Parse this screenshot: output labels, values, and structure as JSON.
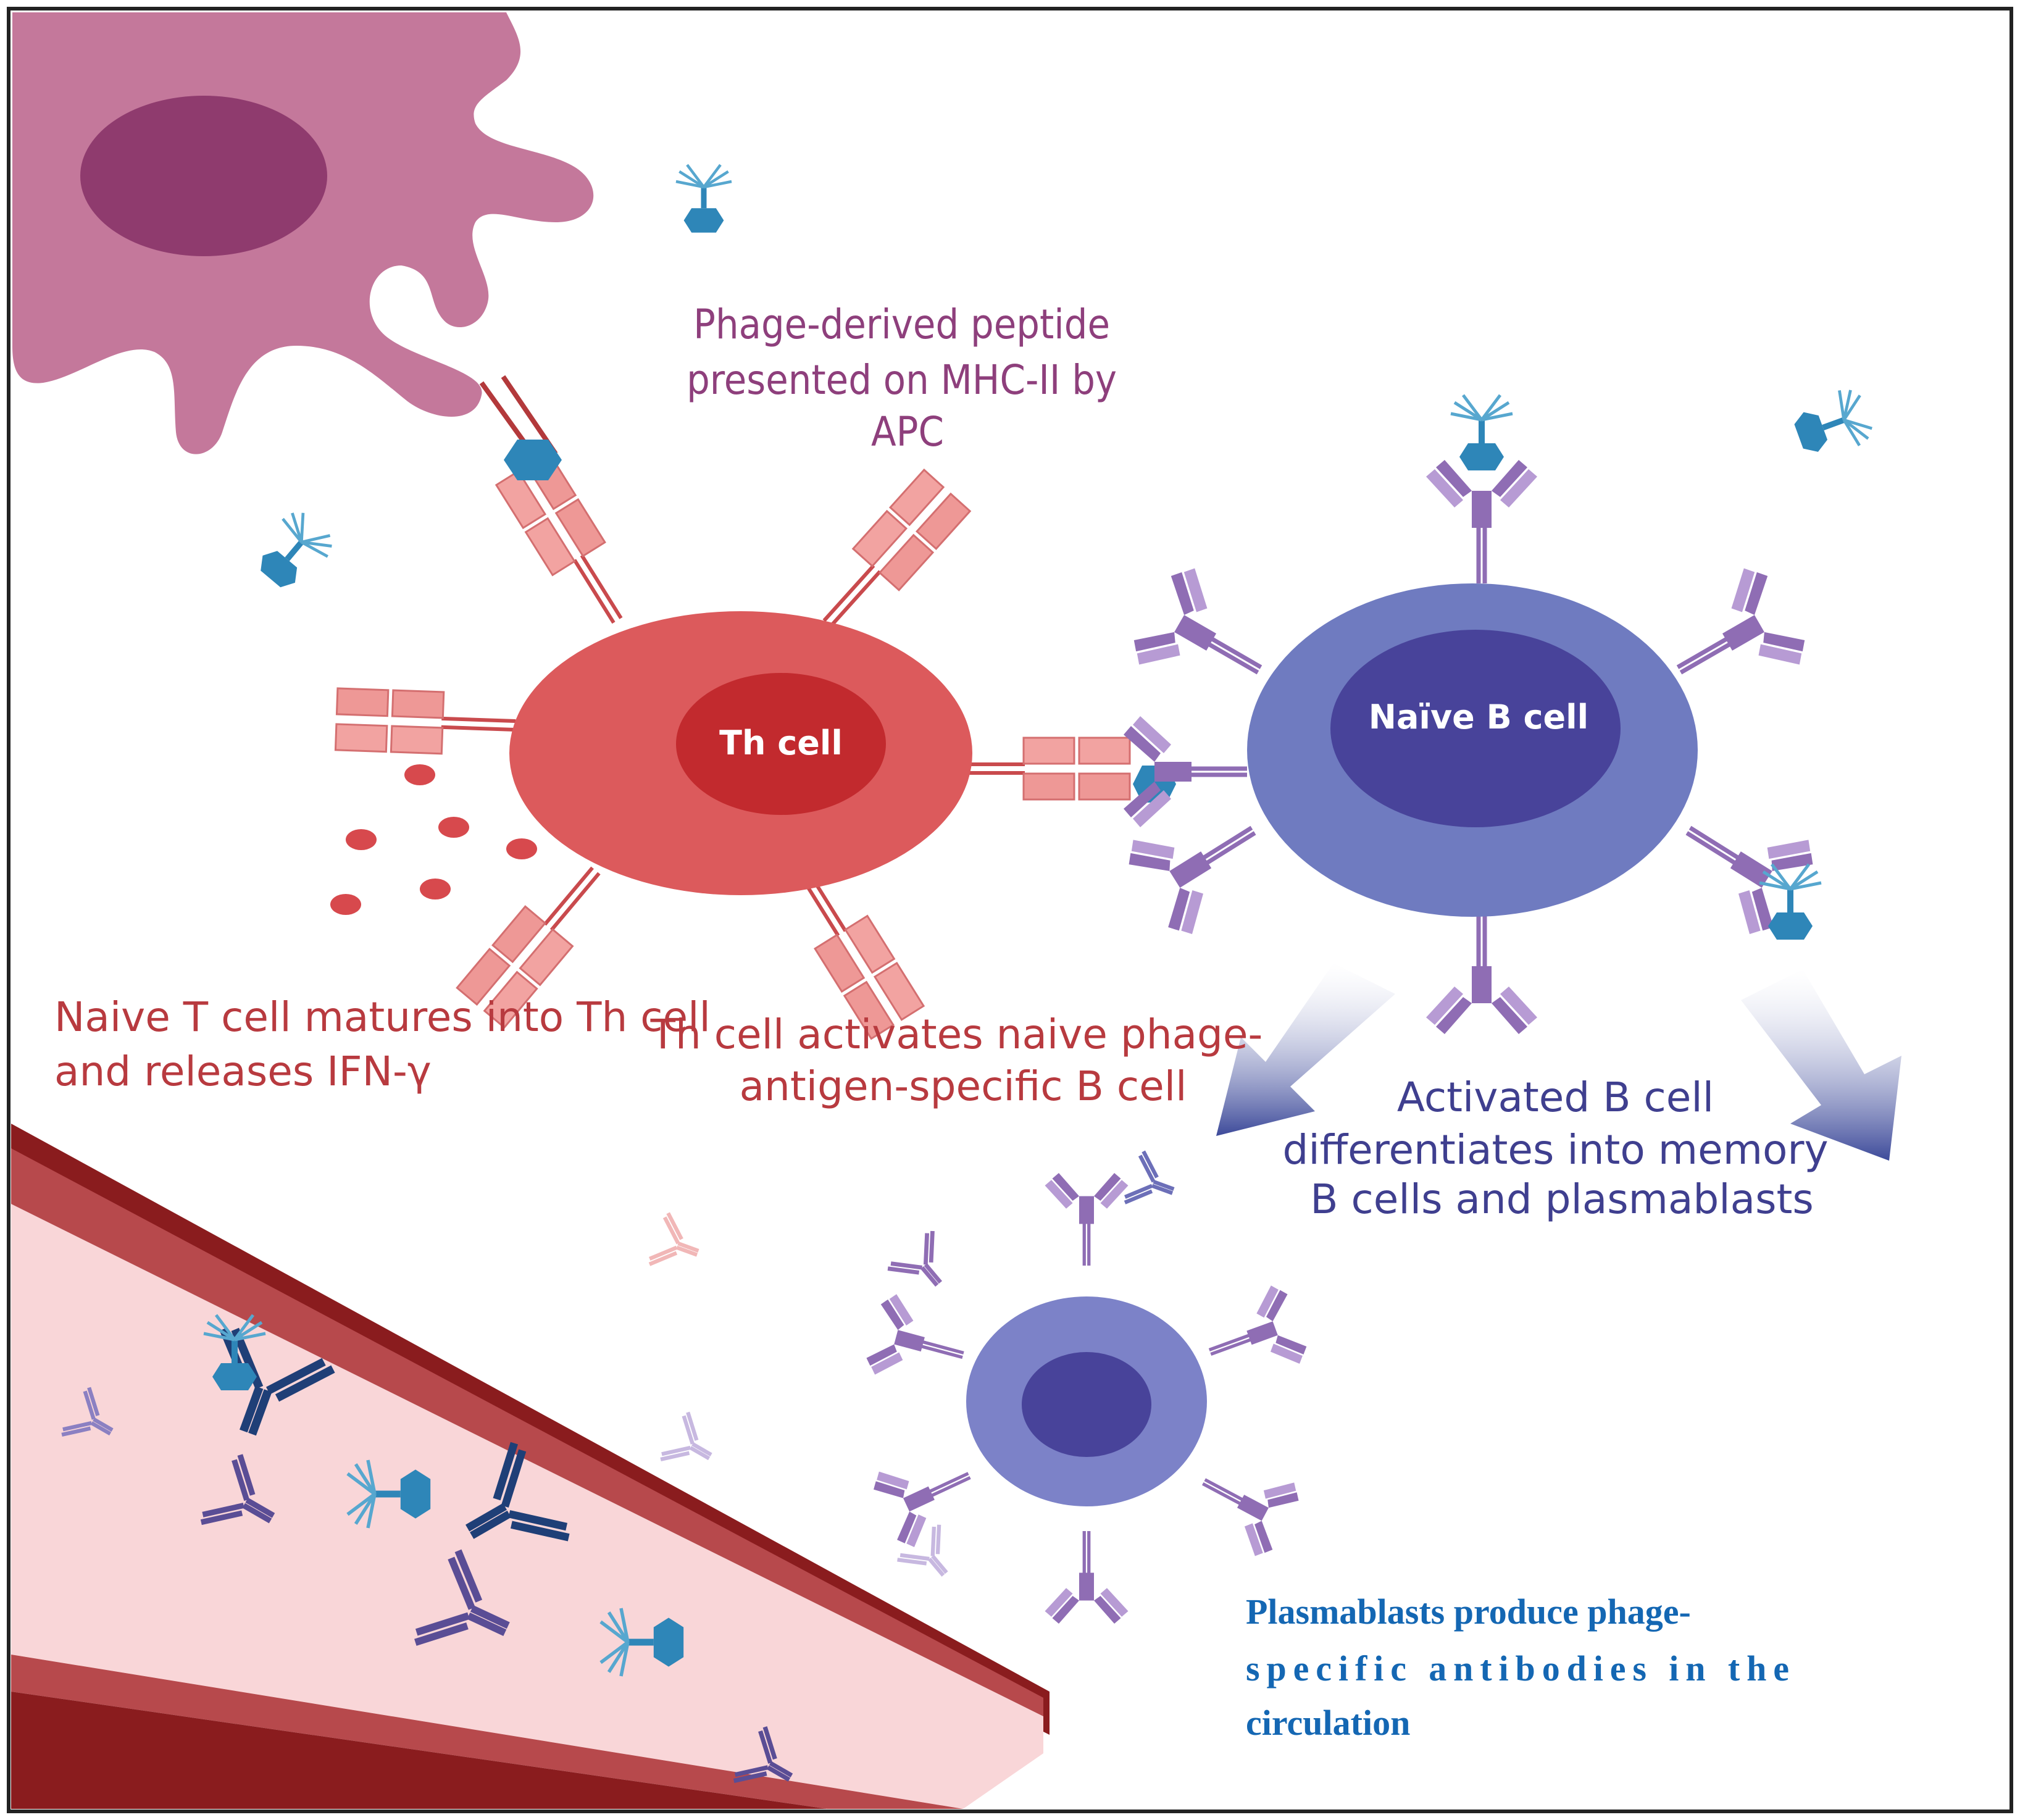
{
  "labels": {
    "apc_presentation": [
      "Phage-derived peptide",
      "presented on MHC-II by",
      "APC"
    ],
    "th_cell": "Th cell",
    "naive_b_cell": "Naïve B cell",
    "t_cell_maturation": [
      "Naive T cell matures into Th cell",
      "and releases IFN-γ"
    ],
    "b_cell_activation": [
      "Th cell activates naive phage-",
      "antigen-specific B cell"
    ],
    "b_cell_differentiation": [
      "Activated B cell",
      "differentiates into memory",
      "B cells and plasmablasts"
    ],
    "plasmablast_output": [
      "Plasmablasts produce phage-",
      "specific antibodies in the",
      "circulation"
    ]
  },
  "colors": {
    "apc": "#c4789b",
    "apc_nucleus": "#8f3b6e",
    "th_cell": "#dc5a5c",
    "th_nucleus": "#c22a2e",
    "b_cell": "#6f7bc0",
    "b_nucleus": "#48439a",
    "antibody": "#8f6db4",
    "phage": "#2e86b8",
    "vessel_wall": "#8a1c1e",
    "vessel_lumen": "#f9d6d8",
    "caption_blue": "#1467b3"
  }
}
